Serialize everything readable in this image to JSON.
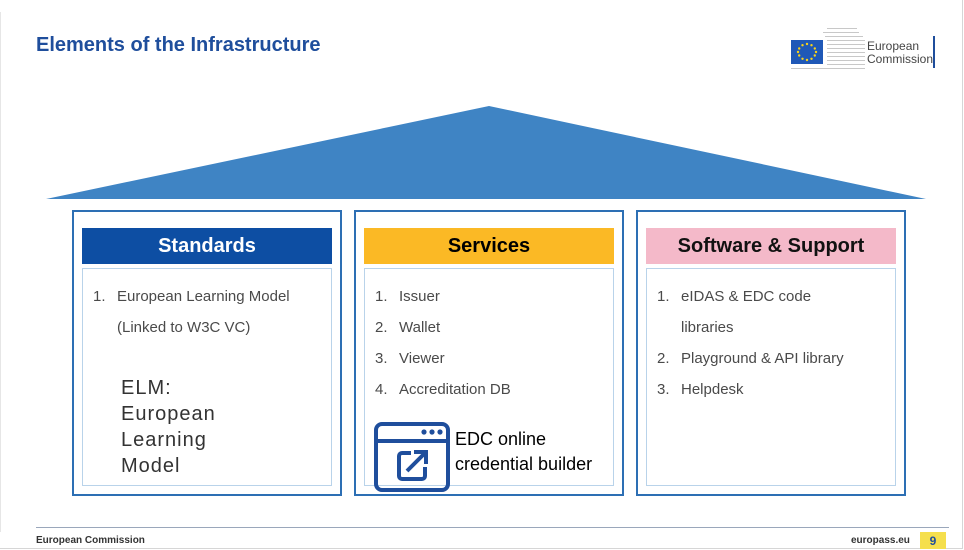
{
  "header": {
    "title": "Elements of the Infrastructure",
    "logo": {
      "line1": "European",
      "line2": "Commission",
      "icon": "eu-flag-icon"
    }
  },
  "colors": {
    "roof": "#3f84c4",
    "frame": "#2d6fb4",
    "standards_header": "#0d4ea3",
    "services_header": "#fbb925",
    "software_header": "#f4b9c9",
    "title": "#1f4e9c",
    "badge": "#f5df4d"
  },
  "columns": {
    "standards": {
      "header": "Standards",
      "items": [
        {
          "num": "1.",
          "text": "European Learning Model"
        }
      ],
      "item_continuation": "(Linked to W3C VC)",
      "note": [
        "ELM:",
        "European",
        "Learning",
        "Model"
      ]
    },
    "services": {
      "header": "Services",
      "items": [
        {
          "num": "1.",
          "text": "Issuer"
        },
        {
          "num": "2.",
          "text": "Wallet"
        },
        {
          "num": "3.",
          "text": "Viewer"
        },
        {
          "num": "4.",
          "text": "Accreditation DB"
        }
      ],
      "edc": {
        "line1": "EDC online",
        "line2": "credential builder",
        "icon": "external-window-icon"
      }
    },
    "software": {
      "header": "Software & Support",
      "items": [
        {
          "num": "1.",
          "text": "eIDAS & EDC code"
        },
        {
          "num": "2.",
          "text": "Playground & API library"
        },
        {
          "num": "3.",
          "text": "Helpdesk"
        }
      ],
      "item_continuation": "libraries"
    }
  },
  "footer": {
    "left": "European Commission",
    "right": "europass.eu",
    "page": "9"
  }
}
